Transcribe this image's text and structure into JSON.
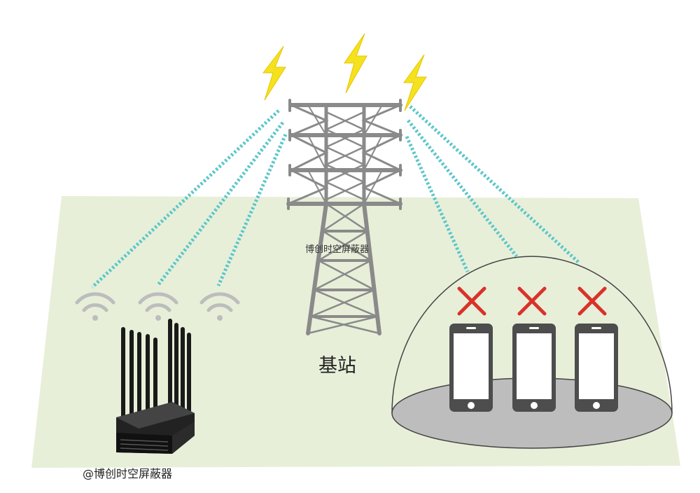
{
  "tower": {
    "watermark": "博创时空屏蔽器",
    "name": "基站"
  },
  "credit": "@博创时空屏蔽器",
  "colors": {
    "ground": "#e7efd9",
    "signal": "#5bc6c9",
    "lightning": "#f5e21e",
    "tower": "#8a8a8a",
    "cross": "#d9322b",
    "phone": "#4d4d4d",
    "dome_base": "#bdbdbd",
    "wifi": "#bdbdbd"
  },
  "icons": [
    "lightning-icon",
    "wifi-icon",
    "cross-icon",
    "phone-icon",
    "jammer-device",
    "transmission-tower"
  ]
}
